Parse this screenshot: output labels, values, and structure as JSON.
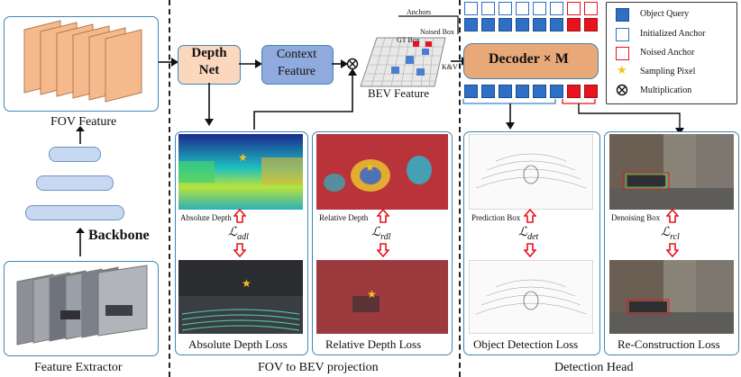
{
  "sections": {
    "feature_extractor": "Feature Extractor",
    "fov_to_bev": "FOV to BEV projection",
    "detection_head": "Detection Head"
  },
  "labels": {
    "fov_feature": "FOV Feature",
    "backbone": "Backbone",
    "depth_net": "Depth Net",
    "context_feature": "Context Feature",
    "bev_feature": "BEV Feature",
    "gt_box": "GT Box",
    "noised_box": "Noised Box",
    "kv": "K&V",
    "anchors": "Anchors",
    "decoder": "Decoder × M"
  },
  "panels": {
    "absolute_depth": "Absolute Depth",
    "relative_depth": "Relative Depth",
    "prediction_box": "Prediction Box",
    "denoising_box": "Denoising Box"
  },
  "losses": {
    "adl": "ℒ",
    "adl_sub": "adl",
    "rdl": "ℒ",
    "rdl_sub": "rdl",
    "det": "ℒ",
    "det_sub": "det",
    "rcl": "ℒ",
    "rcl_sub": "rcl"
  },
  "loss_titles": {
    "absolute": "Absolute Depth Loss",
    "relative": "Relative Depth Loss",
    "object_detection": "Object Detection Loss",
    "reconstruction": "Re-Construction Loss"
  },
  "legend": {
    "object_query": "Object Query",
    "initialized_anchor": "Initialized Anchor",
    "noised_anchor": "Noised Anchor",
    "sampling_pixel": "Sampling Pixel",
    "multiplication": "Multiplication"
  },
  "colors": {
    "border": "#3f86b7",
    "orange": "#f4b183",
    "blue_box": "#8faadc",
    "query_blue": "#2f6fc4",
    "noised_red": "#e8131c",
    "arrow_red": "#e8131c"
  }
}
